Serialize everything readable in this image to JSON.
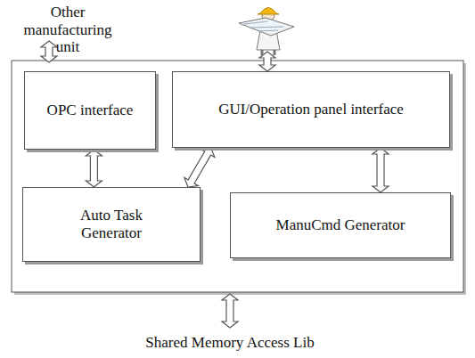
{
  "diagram": {
    "nodes": [
      {
        "text": [
          "OPC interface"
        ]
      },
      {
        "text": [
          "GUI/Operation panel interface"
        ]
      },
      {
        "text": [
          "Auto Task Generator"
        ]
      },
      {
        "text": [
          "ManuCmd Generator"
        ]
      }
    ],
    "edges": [
      {
        "from": 0,
        "to": 2,
        "arrow": "both"
      },
      {
        "from": 1,
        "to": 3,
        "arrow": "both"
      },
      {
        "from": 1,
        "to": 2,
        "arrow": "both"
      }
    ],
    "labels": [
      "Other manufacturing unit",
      "Shared Memory Access Lib"
    ]
  }
}
